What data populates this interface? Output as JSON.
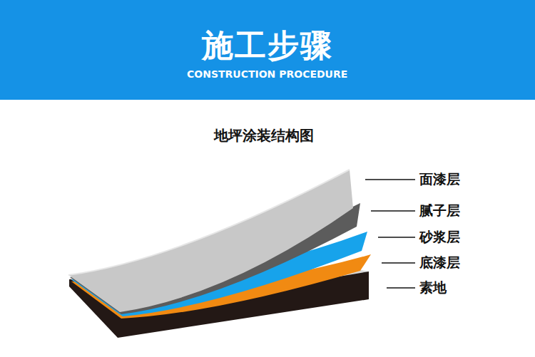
{
  "diagram": {
    "title": "施工步骤",
    "labels": [
      "CONSTRUCTION PROCEDURE",
      "地坪涂装结构图",
      "面漆层",
      "腻子层",
      "砂浆层",
      "底漆层",
      "素地"
    ]
  }
}
